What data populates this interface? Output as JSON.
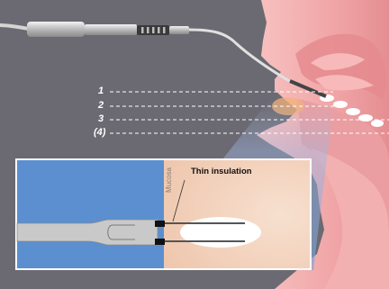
{
  "labels": {
    "layer_1": "1",
    "layer_2": "2",
    "layer_3": "3",
    "layer_4": "(4)"
  },
  "inset": {
    "tissue_label": "Mucosa",
    "callout": "Thin insulation"
  },
  "colors": {
    "background": "#6b6a72",
    "tissue_pink": "#f3aeb0",
    "tissue_dark": "#d9787c",
    "inset_blue": "#5b8fcf",
    "inset_tissue": "#f4d3bd",
    "electrode_gray": "#c9c9c9"
  }
}
